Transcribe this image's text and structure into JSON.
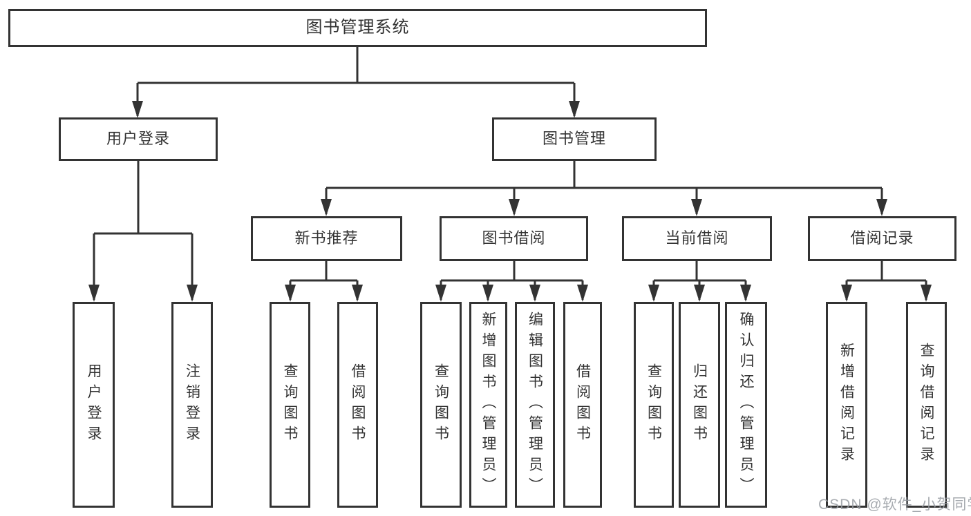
{
  "diagram": {
    "title": "图书管理系统",
    "level2": {
      "user_login": "用户登录",
      "book_management": "图书管理"
    },
    "level3": {
      "new_book_rec": "新书推荐",
      "book_borrowing": "图书借阅",
      "current_borrowing": "当前借阅",
      "borrowing_records": "借阅记录"
    },
    "leaves": {
      "user_login": "用户登录",
      "logout": "注销登录",
      "rec_query_books": "查询图书",
      "rec_borrow_books": "借阅图书",
      "bor_query_books": "查询图书",
      "bor_add_books": "新增图书（管理员）",
      "bor_edit_books": "编辑图书（管理员）",
      "bor_borrow_books": "借阅图书",
      "cur_query_books": "查询图书",
      "cur_return_books": "归还图书",
      "cur_confirm_return": "确认归还（管理员）",
      "log_add_record": "新增借阅记录",
      "log_query_record": "查询借阅记录"
    }
  },
  "watermark": "CSDN @软件_小贺同学",
  "colors": {
    "line": "#333333",
    "text": "#333333",
    "background": "#ffffff",
    "watermark": "#989ca2"
  }
}
